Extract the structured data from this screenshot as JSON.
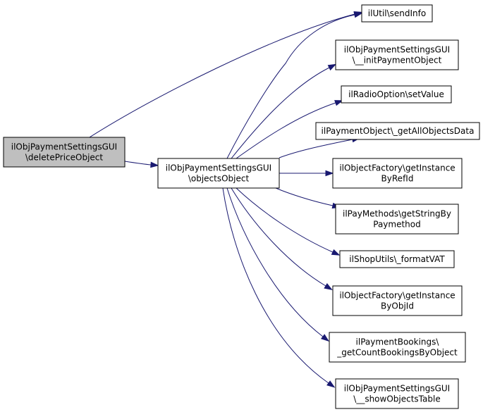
{
  "colors": {
    "edge": "#191970",
    "node_fill": "#ffffff",
    "node_highlight_fill": "#bfbfbf",
    "node_stroke": "#000000"
  },
  "nodes": [
    {
      "id": "n0",
      "label": [
        "ilObjPaymentSettingsGUI",
        "\\deletePriceObject"
      ],
      "highlight": true
    },
    {
      "id": "n1",
      "label": [
        "ilObjPaymentSettingsGUI",
        "\\objectsObject"
      ]
    },
    {
      "id": "n2",
      "label": [
        "ilUtil\\sendInfo"
      ]
    },
    {
      "id": "n3",
      "label": [
        "ilObjPaymentSettingsGUI",
        "\\__initPaymentObject"
      ]
    },
    {
      "id": "n4",
      "label": [
        "ilRadioOption\\setValue"
      ]
    },
    {
      "id": "n5",
      "label": [
        "ilPaymentObject\\_getAllObjectsData"
      ]
    },
    {
      "id": "n6",
      "label": [
        "ilObjectFactory\\getInstance",
        "ByRefId"
      ]
    },
    {
      "id": "n7",
      "label": [
        "ilPayMethods\\getStringBy",
        "Paymethod"
      ]
    },
    {
      "id": "n8",
      "label": [
        "ilShopUtils\\_formatVAT"
      ]
    },
    {
      "id": "n9",
      "label": [
        "ilObjectFactory\\getInstance",
        "ByObjId"
      ]
    },
    {
      "id": "n10",
      "label": [
        "ilPaymentBookings\\",
        "_getCountBookingsByObject"
      ]
    },
    {
      "id": "n11",
      "label": [
        "ilObjPaymentSettingsGUI",
        "\\__showObjectsTable"
      ]
    }
  ],
  "edges": [
    {
      "from": "n0",
      "to": "n1"
    },
    {
      "from": "n0",
      "to": "n2"
    },
    {
      "from": "n1",
      "to": "n2"
    },
    {
      "from": "n1",
      "to": "n3"
    },
    {
      "from": "n1",
      "to": "n4"
    },
    {
      "from": "n1",
      "to": "n5"
    },
    {
      "from": "n1",
      "to": "n6"
    },
    {
      "from": "n1",
      "to": "n7"
    },
    {
      "from": "n1",
      "to": "n8"
    },
    {
      "from": "n1",
      "to": "n9"
    },
    {
      "from": "n1",
      "to": "n10"
    },
    {
      "from": "n1",
      "to": "n11"
    }
  ]
}
